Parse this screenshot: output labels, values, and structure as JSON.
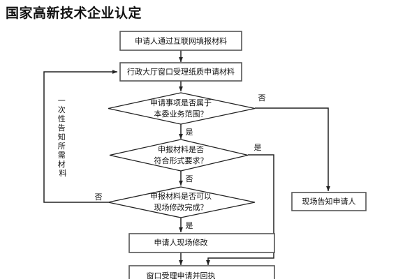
{
  "page": {
    "title": "国家高新技术企业认定",
    "background_color": "#ffffff",
    "line_color": "#222222",
    "box_stroke_color": "#555555"
  },
  "flowchart": {
    "type": "flowchart",
    "nodes": [
      {
        "id": "n1",
        "shape": "box",
        "label": "申请人通过互联网填报材料"
      },
      {
        "id": "n2",
        "shape": "box",
        "label": "行政大厅窗口受理纸质申请材料"
      },
      {
        "id": "d1",
        "shape": "diamond",
        "label_line1": "申请事项是否属于",
        "label_line2": "本委业务范围？"
      },
      {
        "id": "d2",
        "shape": "diamond",
        "label_line1": "申报材料是否",
        "label_line2": "符合形式要求？"
      },
      {
        "id": "d3",
        "shape": "diamond",
        "label_line1": "申报材料是否可以",
        "label_line2": "现场修改完成？"
      },
      {
        "id": "n3",
        "shape": "box",
        "label": "现场告知申请人"
      },
      {
        "id": "n4",
        "shape": "box",
        "label": "申请人现场修改"
      },
      {
        "id": "n5",
        "shape": "box",
        "label": "窗口受理申请并回执"
      }
    ],
    "edge_labels": {
      "d1_no": "否",
      "d1_yes": "是",
      "d2_yes": "是",
      "d2_no": "否",
      "d3_no": "否",
      "d3_yes": "是"
    },
    "annotations": {
      "feedback_loop_vertical": "一次性告知所需材料"
    }
  }
}
